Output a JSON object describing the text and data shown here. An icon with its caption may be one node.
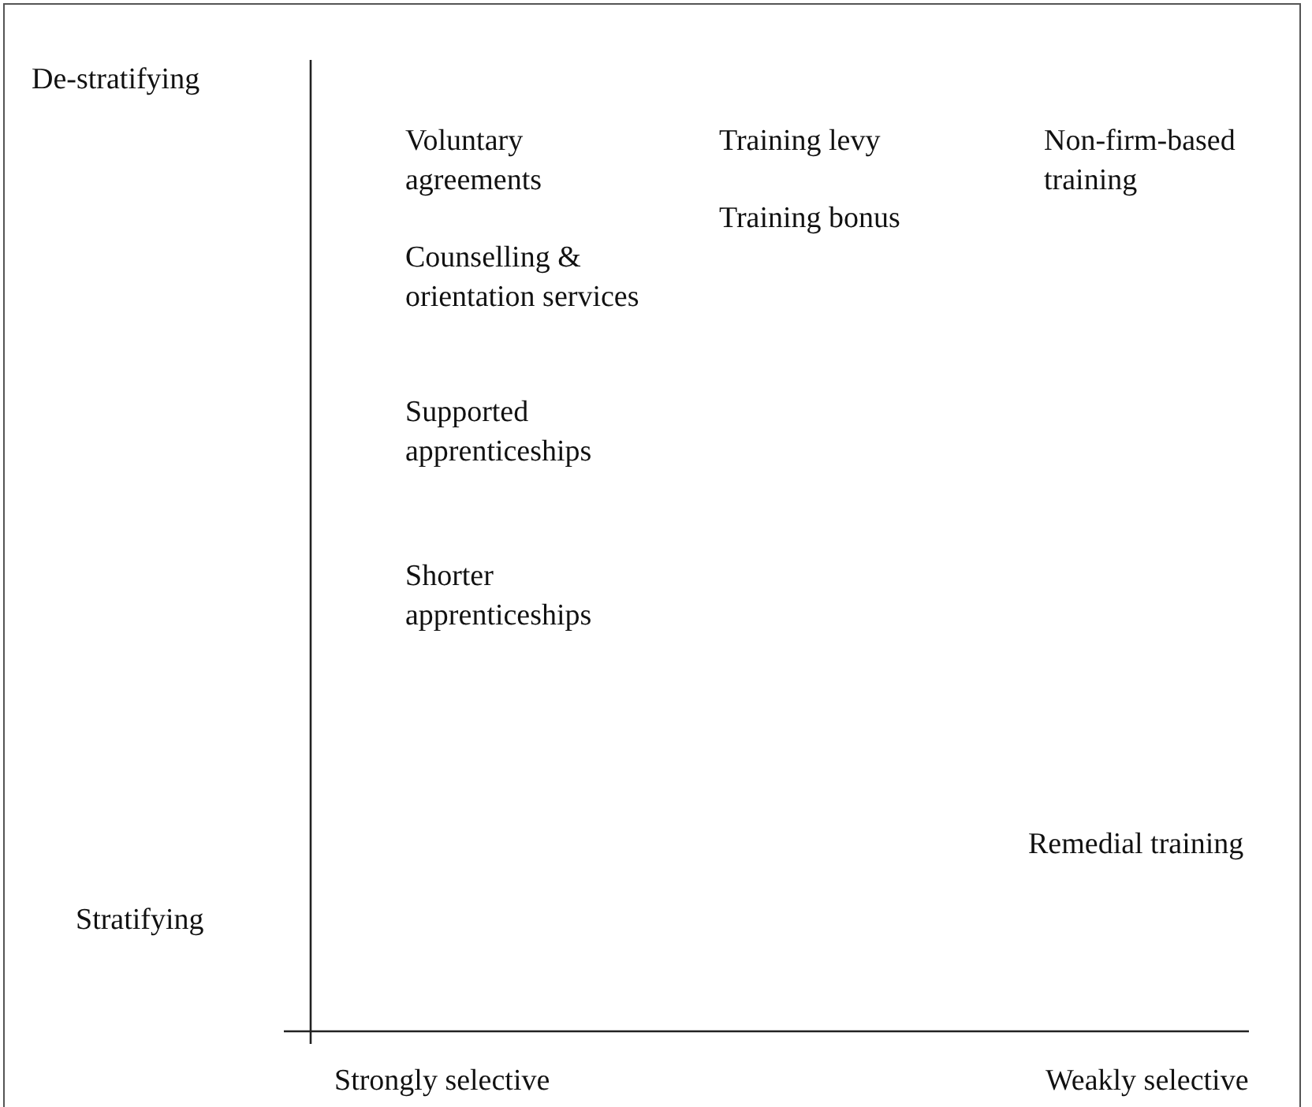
{
  "diagram": {
    "labels": [
      "De-stratifying",
      "Voluntary agreements",
      "Training levy",
      "Non-firm-based training",
      "Training bonus",
      "Counselling & orientation services",
      "Supported apprenticeships",
      "Shorter apprenticeships",
      "Remedial training",
      "Stratifying",
      "Strongly selective",
      "Weakly selective"
    ]
  }
}
